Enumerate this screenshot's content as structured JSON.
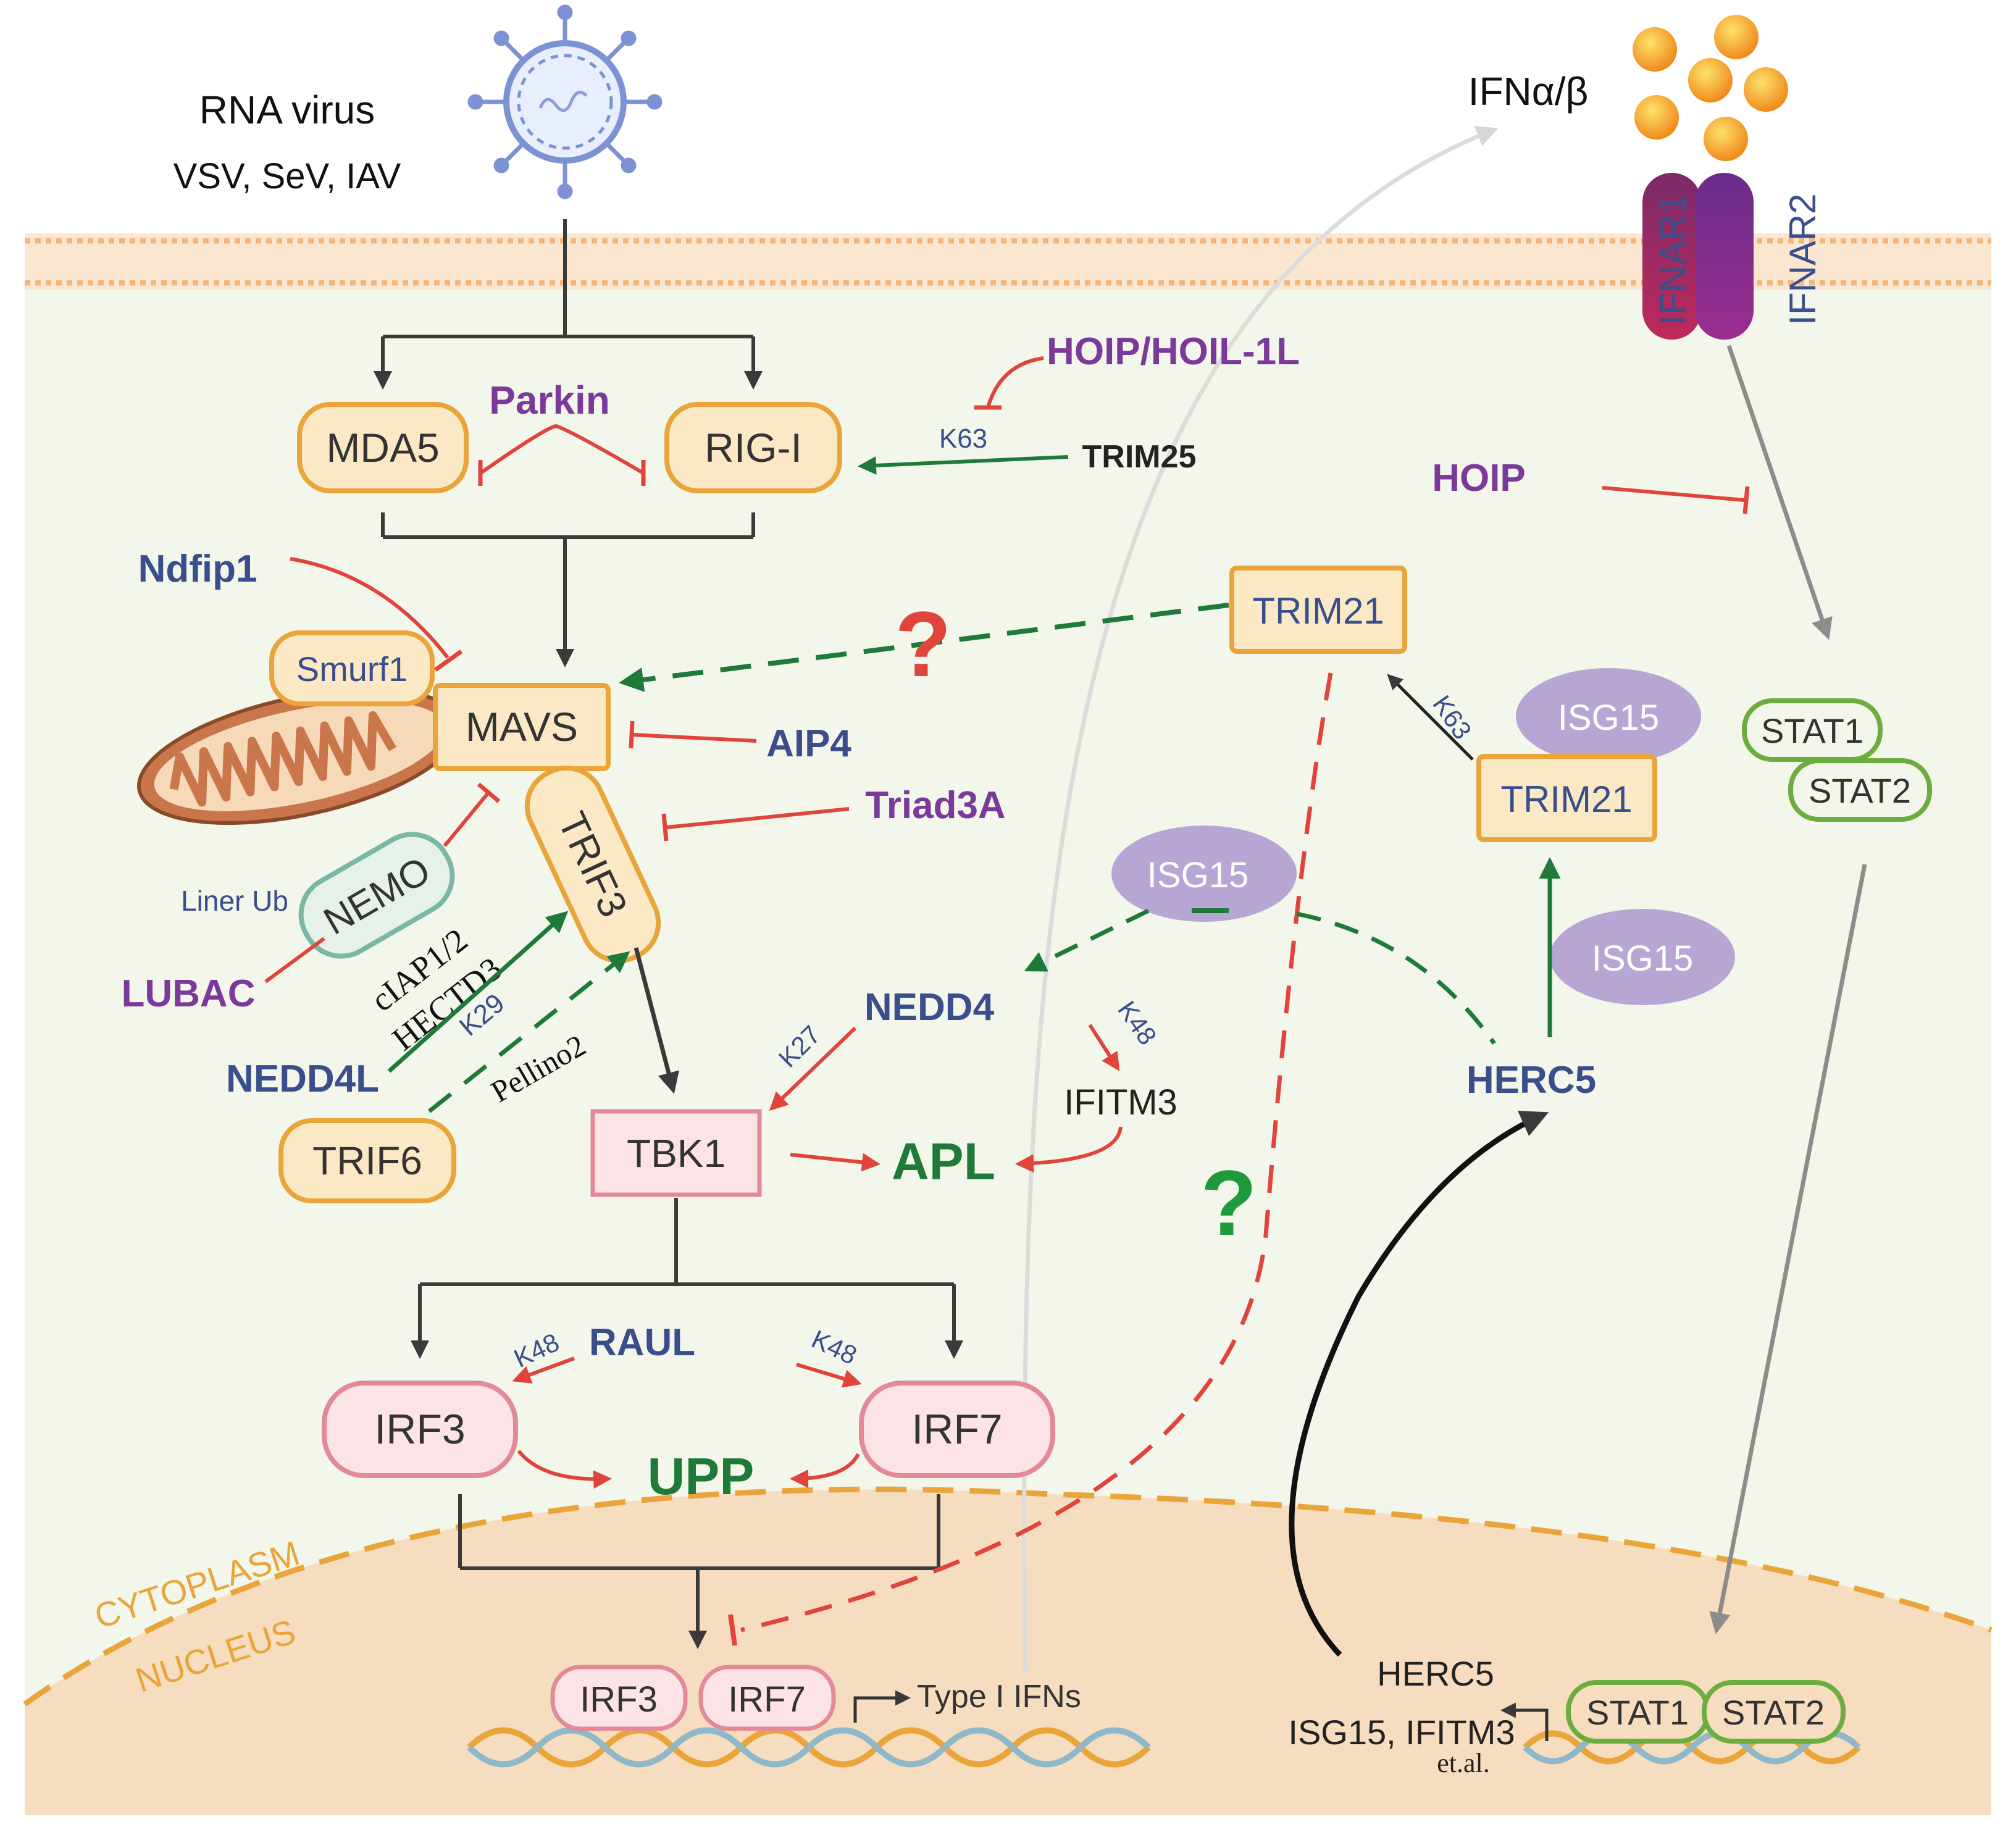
{
  "colors": {
    "cytoplasm_bg": "#f3f6ea",
    "nucleus_bg": "#f6ddbf",
    "membrane": "#f2c69a",
    "node_fill": "#fbe9c6",
    "node_stroke": "#e9a53a",
    "pink_fill": "#fbe3e6",
    "pink_stroke": "#e38a97",
    "inhibit_red": "#e0443a",
    "activate_green": "#1f7a3a",
    "neutral_arrow": "#333333",
    "purple_label": "#7b3a9b",
    "blue_label": "#3a4e8c",
    "isg15_fill": "#b7a6d4",
    "stat_green": "#6cae3e",
    "nemo_teal": "#7ab8a4",
    "ifn_ball": "#f4a52a"
  },
  "virus": {
    "label": "RNA virus",
    "examples": "VSV, SeV, IAV",
    "icon": "virus-icon"
  },
  "ifn": {
    "label": "IFNα/β",
    "receptor1": "IFNAR1",
    "receptor2": "IFNAR2"
  },
  "compartments": {
    "cytoplasm": "CYTOPLASM",
    "nucleus": "NUCLEUS"
  },
  "sensors": {
    "mda5": "MDA5",
    "rigi": "RIG-I",
    "parkin": "Parkin"
  },
  "regulators": {
    "hoip_hoil": "HOIP/HOIL-1L",
    "trim25": "TRIM25",
    "k63_rigi": "K63",
    "hoip": "HOIP",
    "ndfip1": "Ndfip1",
    "smurf1": "Smurf1",
    "aip4": "AIP4",
    "triad3a": "Triad3A",
    "nemo": "NEMO",
    "liner_ub": "Liner Ub",
    "lubac": "LUBAC",
    "ciap": "cIAP1/2",
    "hectd3": "HECTD3",
    "k29": "K29",
    "nedd4l": "NEDD4L",
    "pellino2": "Pellino2",
    "nedd4": "NEDD4",
    "k27": "K27",
    "k48_ifitm3": "K48",
    "ifitm3": "IFITM3",
    "raul": "RAUL",
    "k48_irf3": "K48",
    "k48_irf7": "K48",
    "herc5": "HERC5",
    "k63_trim21": "K63"
  },
  "adaptors": {
    "mavs": "MAVS",
    "trif3": "TRIF3",
    "trif6": "TRIF6",
    "tbk1": "TBK1"
  },
  "outcomes": {
    "apl": "APL",
    "upp": "UPP",
    "q1": "?",
    "q2": "?"
  },
  "transcription": {
    "irf3": "IRF3",
    "irf7": "IRF7"
  },
  "nucleus_items": {
    "irf3": "IRF3",
    "irf7": "IRF7",
    "type1_ifns": "Type I IFNs",
    "herc5": "HERC5",
    "isgs": "ISG15, IFITM3",
    "etal": "et.al.",
    "stat1": "STAT1",
    "stat2": "STAT2"
  },
  "right_side": {
    "trim21_top": "TRIM21",
    "trim21_mid": "TRIM21",
    "isg15_a": "ISG15",
    "isg15_b": "ISG15",
    "isg15_c": "ISG15",
    "stat1": "STAT1",
    "stat2": "STAT2"
  }
}
